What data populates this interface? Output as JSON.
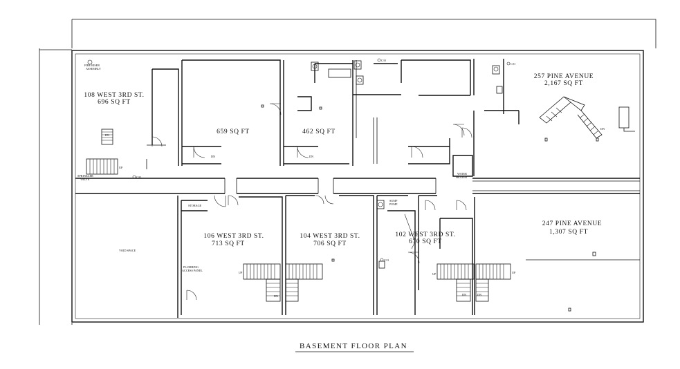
{
  "plan": {
    "title": "BASEMENT FLOOR PLAN",
    "rooms": [
      {
        "id": "r108",
        "name": "108 WEST 3RD ST.",
        "area": "696 SQ FT"
      },
      {
        "id": "r659",
        "name": "",
        "area": "659 SQ FT"
      },
      {
        "id": "r462",
        "name": "",
        "area": "462 SQ FT"
      },
      {
        "id": "r257",
        "name": "257 PINE AVENUE",
        "area": "2,167 SQ FT"
      },
      {
        "id": "r106",
        "name": "106 WEST 3RD ST.",
        "area": "713 SQ FT"
      },
      {
        "id": "r104",
        "name": "104 WEST 3RD ST.",
        "area": "706 SQ FT"
      },
      {
        "id": "r102",
        "name": "102 WEST 3RD ST.",
        "area": "670 SQ FT"
      },
      {
        "id": "r247",
        "name": "247 PINE AVENUE",
        "area": "1,307 SQ FT"
      }
    ],
    "notes": {
      "fire_riser": [
        "FIRE RISER",
        "ASSEMBLY"
      ],
      "sprinkler_valve": [
        "SPRINKLER",
        "VALVE"
      ],
      "void_space": "VOID SPACE",
      "storage": "STORAGE",
      "sump_pump": [
        "SUMP",
        "PUMP"
      ],
      "water_heater": [
        "WATER",
        "HEATER"
      ],
      "plumbing_panel": [
        "PLUMBING",
        "ACCESS PANEL"
      ],
      "co": "C/O",
      "up": "UP",
      "dn": "DN"
    }
  }
}
